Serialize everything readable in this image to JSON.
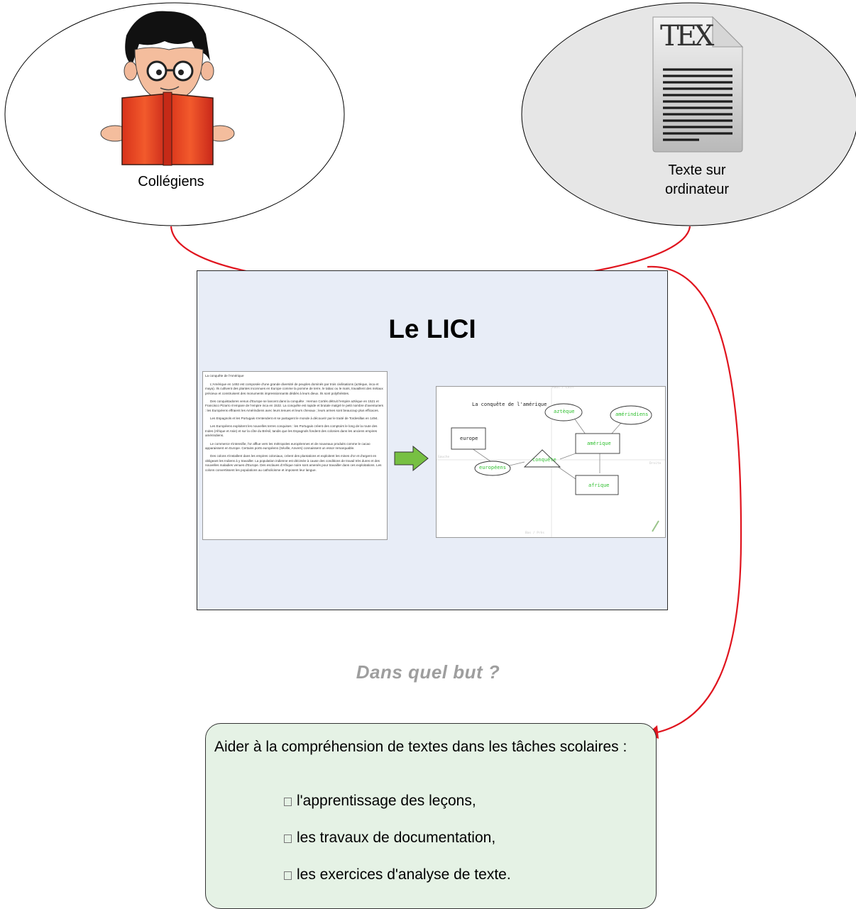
{
  "bubbles": {
    "left_label": "Collégiens",
    "right_label_line1": "Texte sur",
    "right_label_line2": "ordinateur",
    "tex_logo": "TEX",
    "left_icon": "student-reading-book-icon",
    "right_icon": "tex-document-icon"
  },
  "slide": {
    "title": "Le LICI",
    "document": {
      "title": "La conquête de l'Amérique",
      "paragraphs": [
        "L'Amérique en 1492 est composée d'une grande diversité de peuples dominés par trois civilisations (aztèque, inca et maya). Ils cultivent des plantes inconnues en Europe comme la pomme de terre, le tabac ou le maïs, travaillent des métaux précieux et construisent des monuments impressionnants dédiés à leurs dieux. Ils sont polythéistes.",
        "Des conquistadores venus d'Europe se lancent dans la conquête : Hernan Cortès détruit l'empire aztèque en 1521 et Francisco Pizarro s'empare de l'empire inca en 1532. La conquête est rapide et brutale malgré le petit nombre d'aventuriers : les Européens effraient les Amérindiens avec leurs tenues et leurs chevaux ; leurs armes sont beaucoup plus efficaces.",
        "Les Espagnols et les Portugais s'entendent et se partagent le monde à découvrir par le traité de Tordesillas en 1494.",
        "Les Européens exploitent les nouvelles terres conquises : les Portugais créent des comptoirs le long de la route des Indes (Afrique et Asie) et sur la côte du Brésil, tandis que les Espagnols fondent des colonies dans les anciens empires amérindiens.",
        "Le commerce s'intensifie, l'or afflue vers les métropoles européennes et de nouveaux produits comme le cacao apparaissent en Europe. Certains ports européens (Séville, Anvers) connaissent un essor remarquable.",
        "Des colons s'installent dans les empires coloniaux, créent des plantations et exploitent les mines d'or et d'argent en obligeant les Indiens à y travailler. La population indienne est décimée à cause des conditions de travail très dures et des nouvelles maladies venues d'Europe. Des esclaves d'Afrique noire sont amenés pour travailler dans ces exploitations. Les colons convertissent les populations au catholicisme et imposent leur langue."
      ]
    },
    "concept_map": {
      "title": "La conquête de l'amérique",
      "axis_top": "Haut / Loin",
      "axis_bottom": "Bas / Près",
      "axis_left": "Gauche",
      "axis_right": "Droite",
      "nodes": {
        "europe": "europe",
        "europeens": "européens",
        "conquete": "conquête",
        "azteque": "aztèque",
        "amerindiens": "amérindiens",
        "amerique": "amérique",
        "afrique": "afrique"
      }
    }
  },
  "question": "Dans quel but ?",
  "goal": {
    "intro": "Aider à la compréhension de textes dans les tâches scolaires :",
    "items": [
      "l'apprentissage des leçons,",
      "les travaux de documentation,",
      "les exercices d'analyse de texte."
    ]
  },
  "colors": {
    "connector": "#e0141e",
    "slide_background": "#e8edf7",
    "goal_background": "#e5f2e5",
    "right_bubble": "#e6e6e6",
    "question_text": "#9e9e9e",
    "concept_text": "#2fbf2f",
    "arrow_fill": "#77c043"
  }
}
